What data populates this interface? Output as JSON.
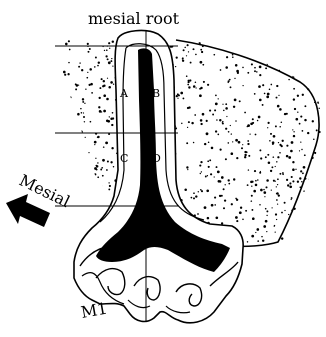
{
  "title": "mesial root",
  "direction_label": "Mesial",
  "tooth_label": "M1",
  "region_labels": {
    "a": "A",
    "b": "B",
    "c": "C",
    "d": "D"
  },
  "colors": {
    "ink": "#000000",
    "paper": "#ffffff"
  }
}
